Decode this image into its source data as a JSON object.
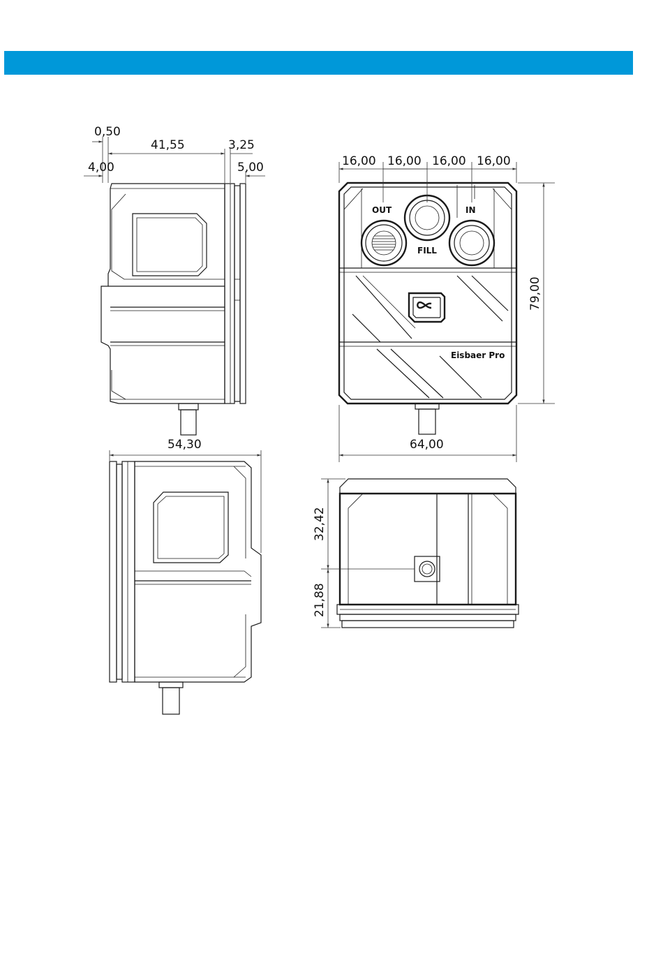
{
  "colors": {
    "header_bar": "#0098d9",
    "line": "#1a1a1a",
    "background": "#ffffff"
  },
  "icons": {
    "logo": "alphacool-logo-icon"
  },
  "labels": {
    "out": "OUT",
    "fill": "FILL",
    "in": "IN",
    "brand": "Eisbaer Pro"
  },
  "dimensions": {
    "side_top": {
      "d050": "0,50",
      "d4155": "41,55",
      "d325": "3,25",
      "d400": "4,00",
      "d500": "5,00"
    },
    "front": {
      "w1": "16,00",
      "w2": "16,00",
      "w3": "16,00",
      "w4": "16,00",
      "height": "79,00",
      "width": "64,00"
    },
    "side_bottom": {
      "width": "54,30"
    },
    "bottom_view": {
      "h1": "32,42",
      "h2": "21,88"
    }
  }
}
